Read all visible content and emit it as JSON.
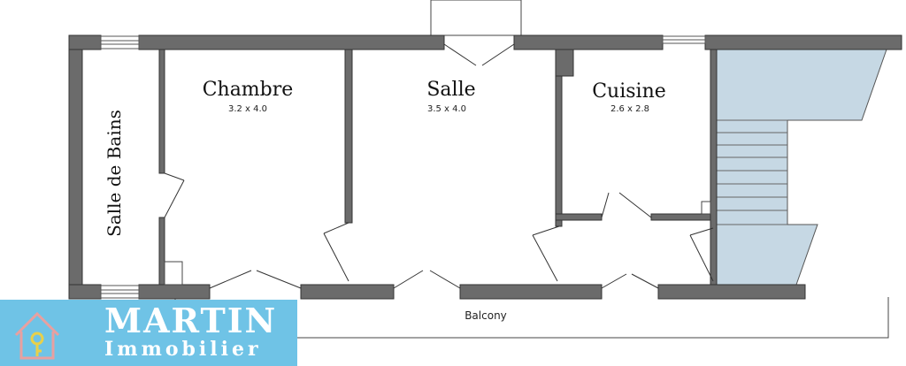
{
  "rooms": {
    "chambre": {
      "name": "Chambre",
      "dims": "3.2 x 4.0"
    },
    "salle": {
      "name": "Salle",
      "dims": "3.5 x 4.0"
    },
    "cuisine": {
      "name": "Cuisine",
      "dims": "2.6 x 2.8"
    },
    "salle_de_bains": {
      "name": "Salle de Bains"
    }
  },
  "balcony": {
    "label": "Balcony"
  },
  "logo": {
    "brand": "MARTIN",
    "subtitle": "Immobilier"
  },
  "colors": {
    "wall": "#6b6b6b",
    "wall_stroke": "#333333",
    "stairs": "#c6d8e4",
    "logo_bg": "#6fc3e6",
    "logo_mark": "#e8a0a0",
    "key": "#e8d04a"
  }
}
